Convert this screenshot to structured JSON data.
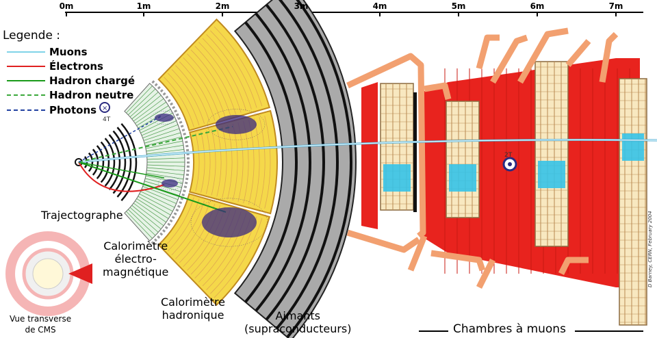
{
  "ruler": {
    "ticks": [
      "0m",
      "1m",
      "2m",
      "3m",
      "4m",
      "5m",
      "6m",
      "7m"
    ]
  },
  "legend": {
    "title": "Legende :",
    "items": [
      {
        "label": "Muons",
        "color": "#7fd3e8",
        "style": "solid"
      },
      {
        "label": "Électrons",
        "color": "#e02020",
        "style": "solid"
      },
      {
        "label": "Hadron chargé",
        "color": "#1a9a1a",
        "style": "solid"
      },
      {
        "label": "Hadron neutre",
        "color": "#3aa83a",
        "style": "dashed"
      },
      {
        "label": "Photons",
        "color": "#2040a0",
        "style": "dashed"
      }
    ]
  },
  "field_labels": {
    "inner": "4T",
    "outer": "2T"
  },
  "labels": {
    "tracker": "Trajectographe",
    "ecal": [
      "Calorimètre",
      "électro-",
      "magnétique"
    ],
    "hcal": [
      "Calorimètre",
      "hadronique"
    ],
    "magnet": [
      "Aimants",
      "(supraconducteurs)"
    ],
    "muon": "Chambres à muons",
    "inset": [
      "Vue transverse",
      "de CMS"
    ]
  },
  "credit": "D Barney, CERN, February 2004",
  "colors": {
    "muon_iron": "#e8231e",
    "hcal": "#f5d84a",
    "hcal_border": "#c08a20",
    "magnet": "#aaaaaa",
    "chamber": "#f2a070",
    "rpc": "#35c3e8"
  }
}
